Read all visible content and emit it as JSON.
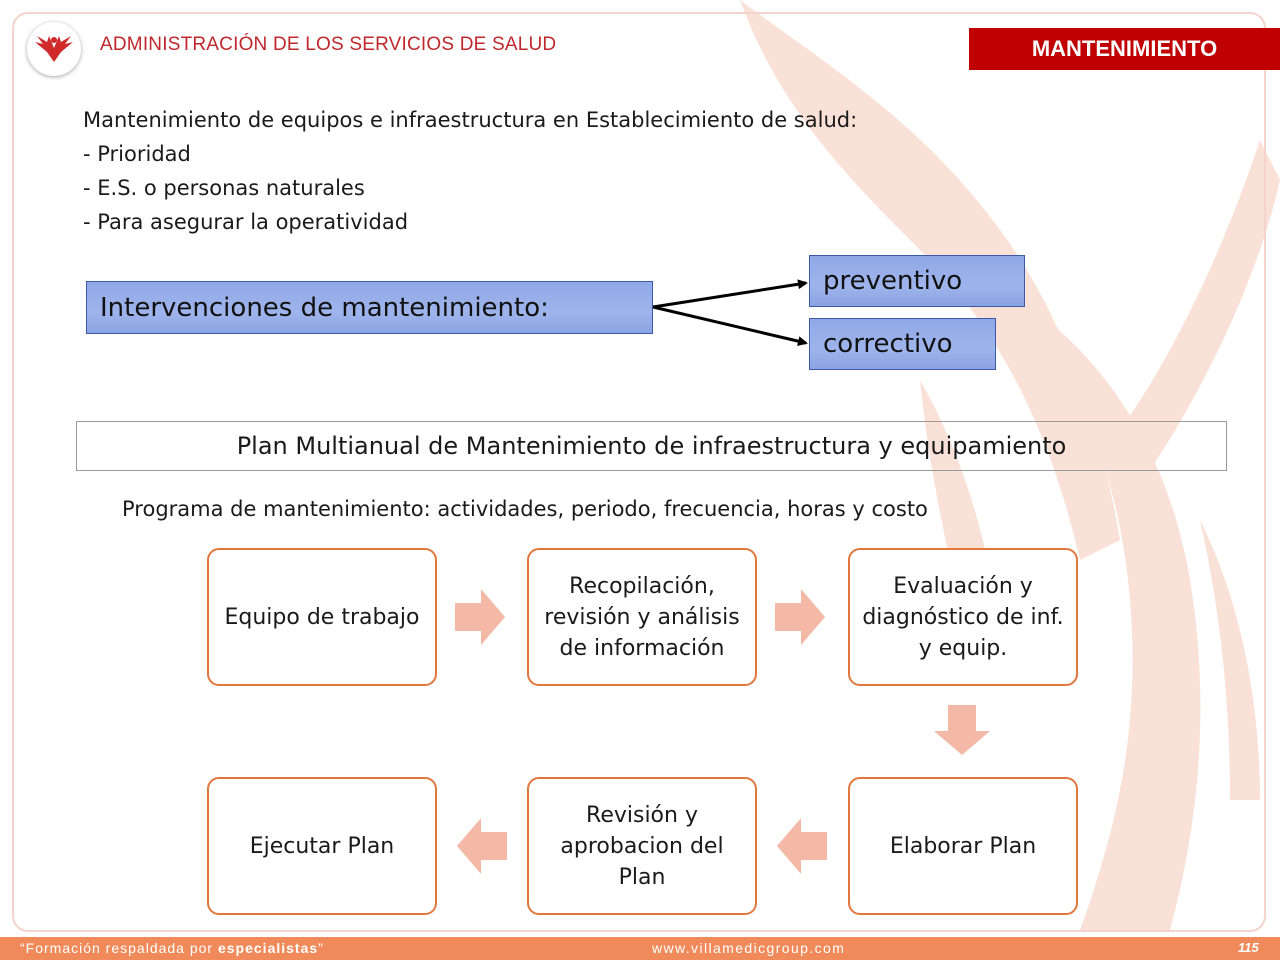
{
  "header": {
    "title": "ADMINISTRACIÓN DE LOS SERVICIOS DE SALUD",
    "badge": "MANTENIMIENTO"
  },
  "intro": {
    "heading": "Mantenimiento de equipos e infraestructura en Establecimiento de salud:",
    "items": [
      "- Prioridad",
      "- E.S. o personas naturales",
      "- Para asegurar la operatividad"
    ]
  },
  "interventions": {
    "label": "Intervenciones de mantenimiento:",
    "types": [
      "preventivo",
      "correctivo"
    ]
  },
  "plan_title": "Plan Multianual de Mantenimiento de infraestructura y equipamiento",
  "programa": "Programa de mantenimiento: actividades, periodo, frecuencia, horas y costo",
  "steps": [
    "Equipo de trabajo",
    "Recopilación, revisión y análisis de información",
    "Evaluación y diagnóstico de inf. y equip.",
    "Elaborar Plan",
    "Revisión y aprobacion del Plan",
    "Ejecutar Plan"
  ],
  "colors": {
    "brand_red": "#c00000",
    "step_border": "#e2773e",
    "flow_arrow": "#f4b9a6",
    "box_blue": "#8fa8e6",
    "footer": "#f08a5a"
  },
  "footer": {
    "tagline_prefix": "“Formación respaldada por ",
    "tagline_bold": "especialistas",
    "tagline_suffix": "”",
    "url": "www.villamedicgroup.com",
    "page": "115"
  }
}
